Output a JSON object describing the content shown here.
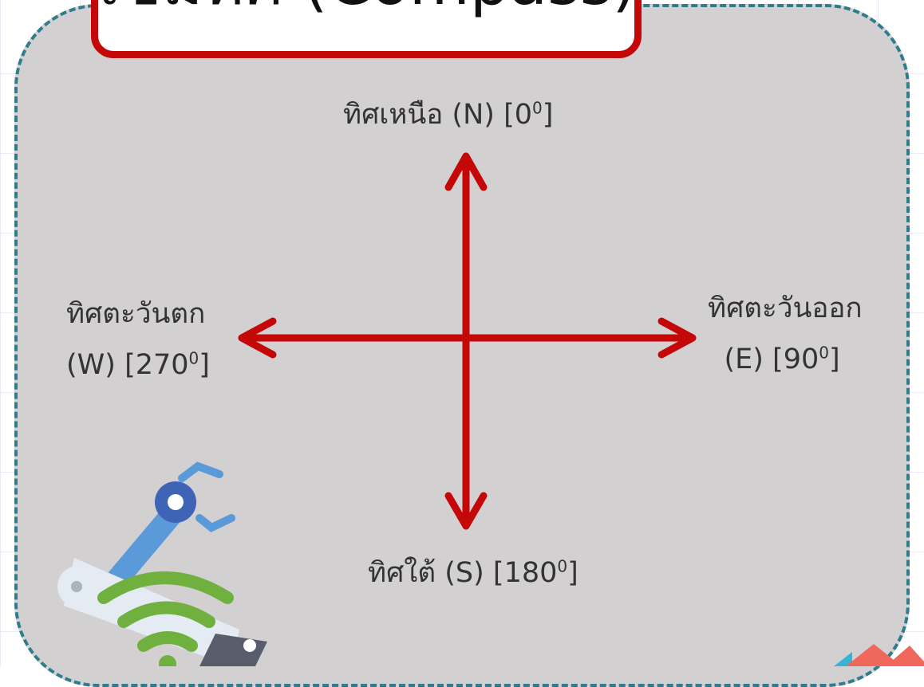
{
  "title": "เข็มทิศ (Compass)",
  "directions": {
    "north": {
      "name": "ทิศเหนือ",
      "code": "(N)",
      "deg_open": "[0",
      "deg_sup": "0",
      "deg_close": "]"
    },
    "south": {
      "name": "ทิศใต้",
      "code": "(S)",
      "deg_open": "[180",
      "deg_sup": "0",
      "deg_close": "]"
    },
    "west": {
      "name": "ทิศตะวันตก",
      "code": "(W)",
      "deg_open": "[270",
      "deg_sup": "0",
      "deg_close": "]"
    },
    "east": {
      "name": "ทิศตะวันออก",
      "code": "(E)",
      "deg_open": "[90",
      "deg_sup": "0",
      "deg_close": "]"
    }
  },
  "colors": {
    "arrow": "#c40808",
    "panel_fill": "#d3d0d1",
    "panel_border": "#2e7c8c",
    "title_border": "#c40808"
  },
  "decorations": {
    "robot_arm_icon": "robot-arm-wifi-icon"
  }
}
